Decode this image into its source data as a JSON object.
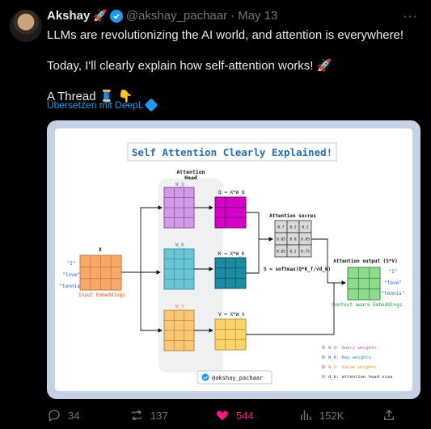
{
  "tweet": {
    "author_name": "Akshay",
    "author_emoji": "🚀",
    "handle": "@akshay_pachaar",
    "separator": "·",
    "date": "May 13",
    "lines": [
      "LLMs are revolutionizing the AI world, and attention is everywhere!",
      "Today, I'll clearly explain how self-attention works! 🚀",
      "A Thread 🧵 👇"
    ],
    "translate_label": "Übersetzen mit DeepL"
  },
  "diagram": {
    "title": "Self Attention Clearly Explained!",
    "head_label_1": "Attention",
    "head_label_2": "Head",
    "wq": "W_Q",
    "wk": "W_K",
    "wv": "W_V",
    "x_label": "X",
    "input_words": [
      "\"I\"",
      "\"love\"",
      "\"tennis\""
    ],
    "input_caption": "Input Embeddings",
    "q_eq": "Q = X*W_Q",
    "k_eq": "K = X*W_K",
    "v_eq": "V = X*W_V",
    "scores_title": "Attention socres",
    "scores": [
      [
        "0.7",
        "0.2",
        "0.1"
      ],
      [
        "0.05",
        "0.8",
        "0.05"
      ],
      [
        "0.05",
        "0.2",
        "0.75"
      ]
    ],
    "s_eq": "S = softmax(Q*K_T/√d_k)",
    "output_title": "Attention output (S*V)",
    "output_words": [
      "\"I\"",
      "\"love\"",
      "\"tennis\""
    ],
    "output_caption": "Context aware Embeddings",
    "legend": [
      {
        "text": "W_Q: Query weights",
        "color": "#b05cc9"
      },
      {
        "text": "W_K: Key weights",
        "color": "#2a8fa3"
      },
      {
        "text": "W_V: Value weights",
        "color": "#e39a2d"
      },
      {
        "text": "d_k: attention head size",
        "color": "#333333"
      }
    ],
    "twitter_handle": "@akshay_pachaar"
  },
  "actions": {
    "replies": "34",
    "retweets": "137",
    "likes": "544",
    "views": "152K"
  },
  "colors": {
    "purple": "#d29ae6",
    "blue": "#6cc3d5",
    "orange": "#f9c774",
    "magenta": "#d400c8",
    "teal": "#1c8ba0",
    "yellow": "#fbd36b",
    "green": "#8fdc8f",
    "input_orange": "#f7a86a"
  }
}
